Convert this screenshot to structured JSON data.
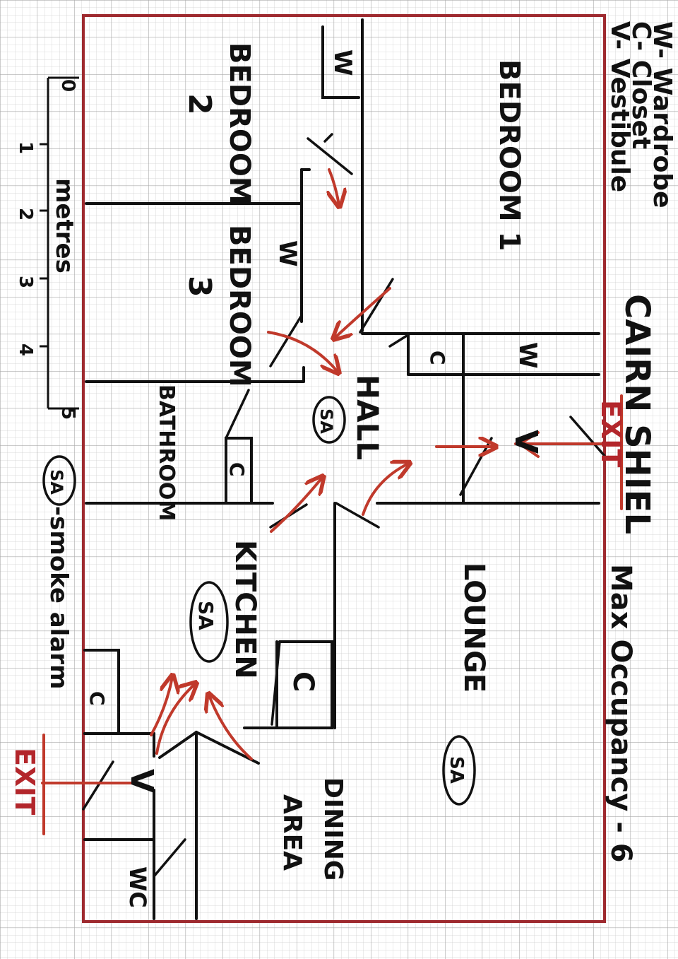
{
  "title": "CAIRN SHIEL",
  "occupancy": "Max Occupancy - 6",
  "legend": {
    "wardrobe": "W- Wardrobe",
    "closet": "C- Closet",
    "vestibule": "V- Vestibule",
    "smoke_alarm_symbol": "SA",
    "smoke_alarm_text": "-smoke alarm"
  },
  "scale": {
    "unit": "metres",
    "ticks": [
      "0",
      "1",
      "2",
      "3",
      "4",
      "5"
    ]
  },
  "rooms": {
    "bedroom1": "BEDROOM 1",
    "bedroom2_name": "BEDROOM",
    "bedroom2_num": "2",
    "bedroom3_name": "BEDROOM",
    "bedroom3_num": "3",
    "bathroom": "BATHROOM",
    "hall": "HALL",
    "kitchen": "KITCHEN",
    "lounge": "LOUNGE",
    "dining_line1": "DINING",
    "dining_line2": "AREA",
    "wc": "WC"
  },
  "labels": {
    "w": "W",
    "c": "C",
    "v": "V",
    "sa": "SA",
    "exit": "EXIT"
  },
  "colors": {
    "wall": "#111111",
    "outline": "#9e2a2f",
    "exit": "#b3262b",
    "grid": "#c9c9c9"
  }
}
